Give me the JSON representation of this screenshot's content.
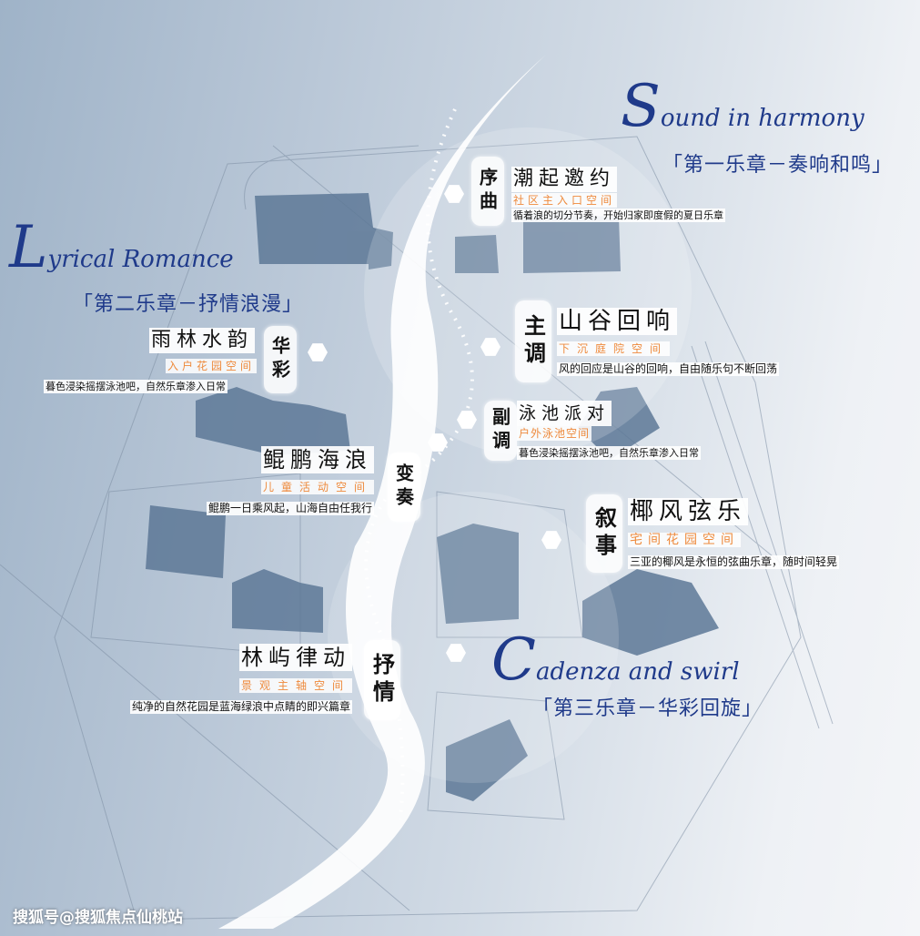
{
  "chapters": [
    {
      "script_initial": "S",
      "script_rest": "ound in harmony",
      "label": "「第一乐章－奏响和鸣」"
    },
    {
      "script_initial": "L",
      "script_rest": "yrical Romance",
      "label": "「第二乐章－抒情浪漫」"
    },
    {
      "script_initial": "C",
      "script_rest": "adenza and swirl",
      "label": "「第三乐章－华彩回旋」"
    }
  ],
  "sections": [
    {
      "badge": "序曲",
      "title": "潮起邀约",
      "subtitle": "社区主入口空间",
      "desc": "循着浪的切分节奏，开始归家即度假的夏日乐章"
    },
    {
      "badge": "华彩",
      "title": "雨林水韵",
      "subtitle": "入户花园空间",
      "desc": "暮色浸染摇摆泳池吧，自然乐章渗入日常"
    },
    {
      "badge": "主调",
      "title": "山谷回响",
      "subtitle": "下沉庭院空间",
      "desc": "风的回应是山谷的回响，自由随乐句不断回荡"
    },
    {
      "badge": "副调",
      "title": "泳池派对",
      "subtitle": "户外泳池空间",
      "desc": "暮色浸染摇摆泳池吧，自然乐章渗入日常"
    },
    {
      "badge": "变奏",
      "title": "鲲鹏海浪",
      "subtitle": "儿童活动空间",
      "desc": "鲲鹏一日乘风起，山海自由任我行"
    },
    {
      "badge": "叙事",
      "title": "椰风弦乐",
      "subtitle": "宅间花园空间",
      "desc": "三亚的椰风是永恒的弦曲乐章，随时间轻晃"
    },
    {
      "badge": "抒情",
      "title": "林屿律动",
      "subtitle": "景观主轴空间",
      "desc": "纯净的自然花园是蓝海绿浪中点睛的即兴篇章"
    }
  ],
  "watermark": "搜狐号@搜狐焦点仙桃站"
}
